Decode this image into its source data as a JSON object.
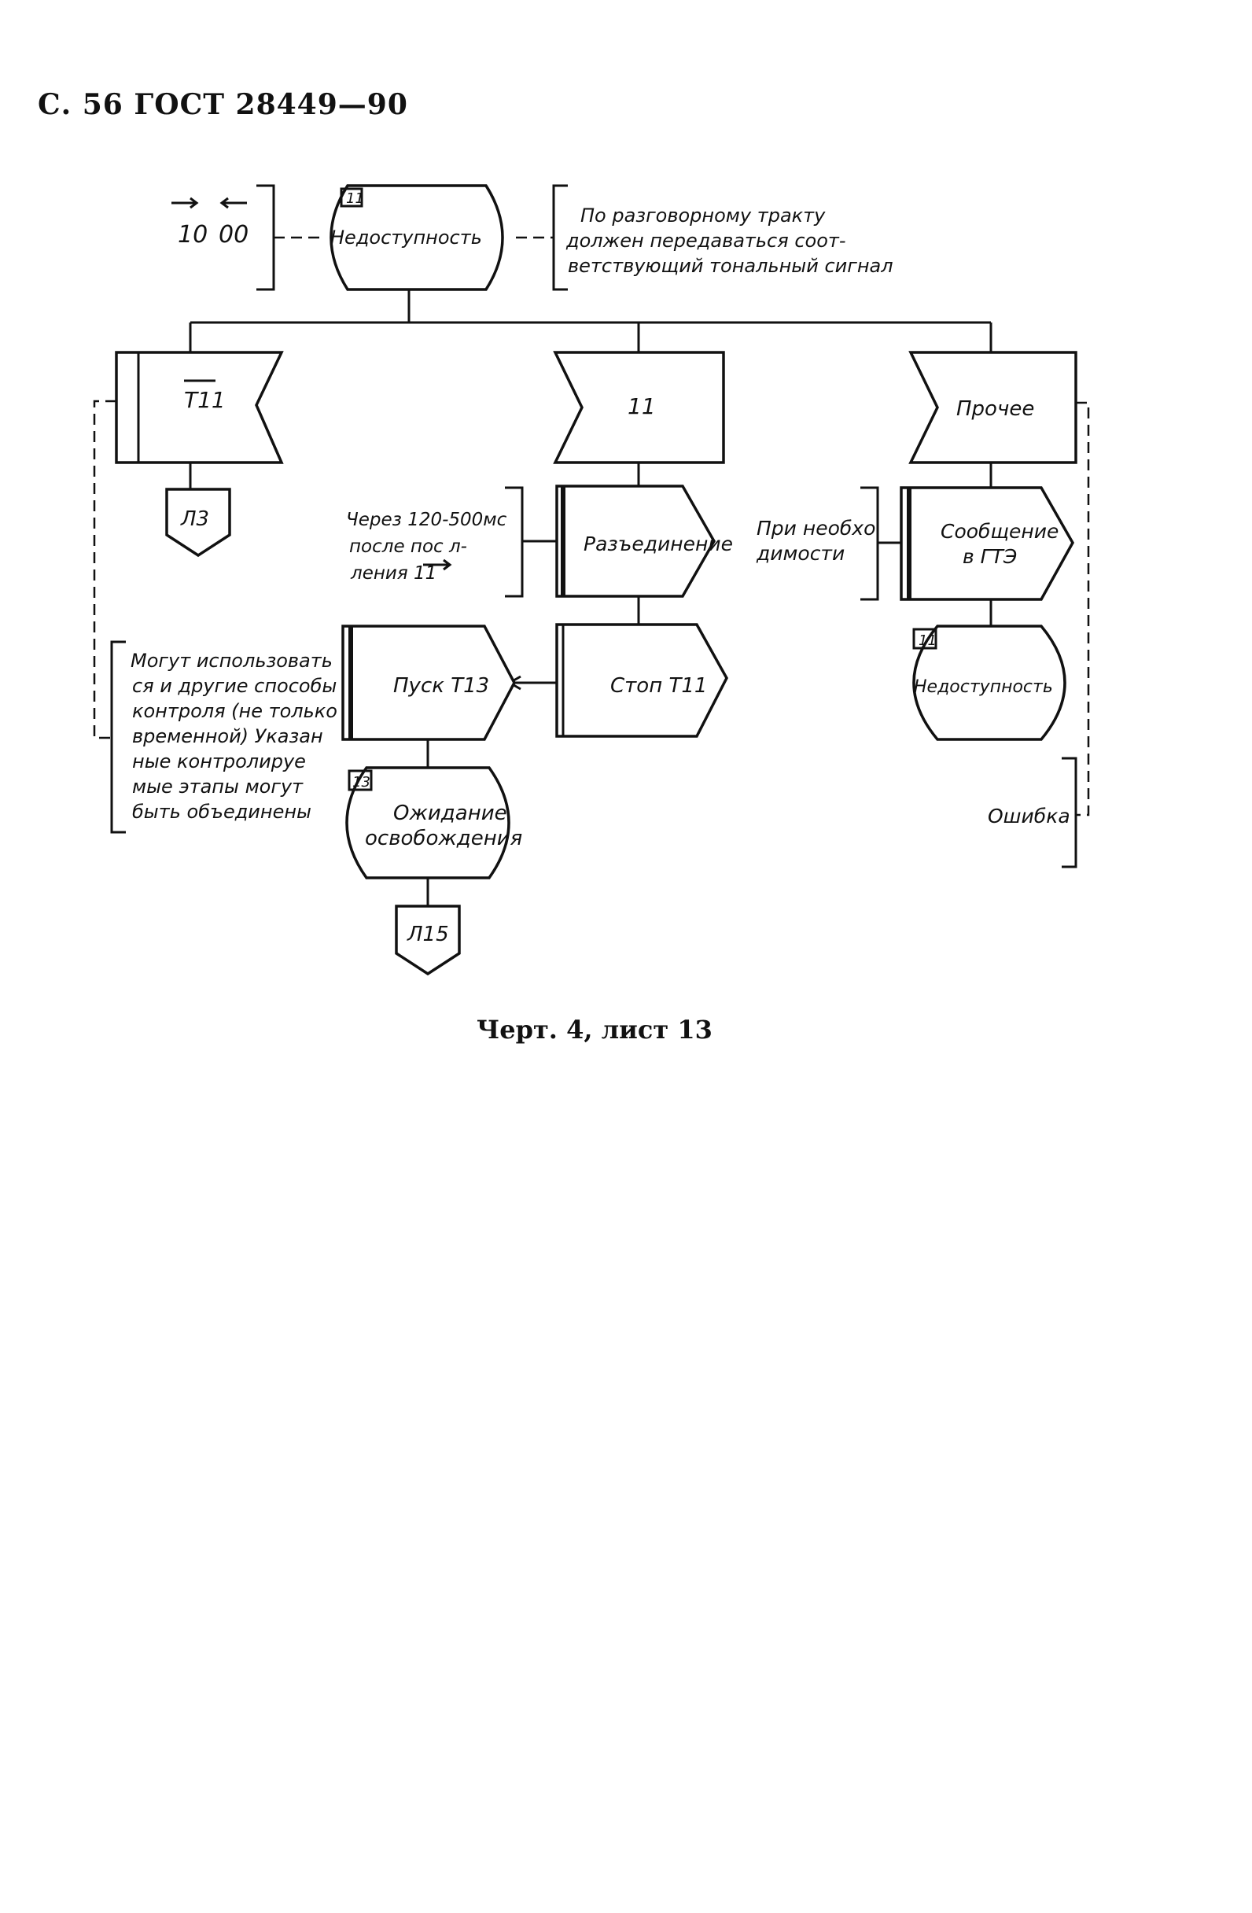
{
  "header": "С. 56 ГОСТ 28449—90",
  "caption": "Черт. 4, лист 13",
  "signals": {
    "in1": "10",
    "in2": "00"
  },
  "top_state": {
    "number": "11",
    "label": "Недоступность"
  },
  "top_note": [
    "По разговорному тракту",
    "должен передаваться соот-",
    "ветствующий тональный сигнал"
  ],
  "inputs": {
    "left": "T11",
    "middle": "11",
    "right": "Прочее"
  },
  "connector_l3": "Л3",
  "note_delay": [
    "Через 120-500мс",
    "после пос   л-",
    "ления 11"
  ],
  "disconnect": "Разъединение",
  "note_need": [
    "При необхо",
    "димости"
  ],
  "message_gto": [
    "Сообщение",
    "в ГТЭ"
  ],
  "stop_t11": "Стоп Т11",
  "start_t13": "Пуск Т13",
  "left_note": [
    "Могут использовать",
    "ся и другие способы",
    "контроля (не только",
    "временной) Указан",
    "ные контролируе",
    "мые этапы могут",
    "быть объединены"
  ],
  "wait_state": {
    "number": "13",
    "label": [
      "Ожидание",
      "освобождения"
    ]
  },
  "connector_l15": "Л15",
  "state_right": {
    "number": "11",
    "label": "Недоступность"
  },
  "error_note": "Ошибка"
}
